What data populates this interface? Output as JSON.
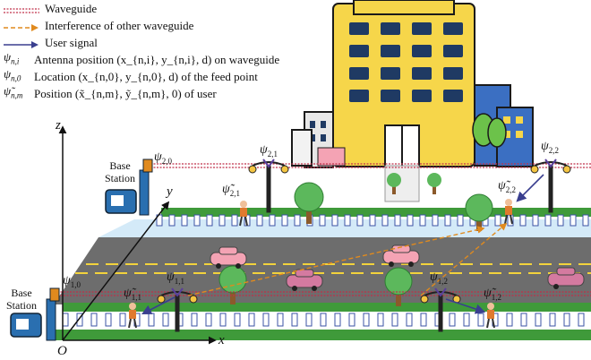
{
  "legend": {
    "waveguide": "Waveguide",
    "interference": "Interference of other waveguide",
    "user_signal": "User signal",
    "antenna_sym": "ψ",
    "antenna_sub": "n,i",
    "antenna_text": "Antenna position (x",
    "antenna_text_full": "Antenna position (x_{n,i}, y_{n,i}, d) on waveguide",
    "feed_sym": "ψ",
    "feed_sub": "n,0",
    "feed_text_full": "Location (x_{n,0}, y_{n,0}, d) of the feed point",
    "user_sym": "ψ̃",
    "user_sub": "n,m",
    "user_text_full": "Position (x̃_{n,m}, ỹ_{n,m}, 0) of user"
  },
  "labels": {
    "base_station_top": "Base Station",
    "base_station_bottom": "Base Station",
    "axis_x": "x",
    "axis_y": "y",
    "axis_z": "z",
    "origin": "O",
    "psi_20": "ψ",
    "psi_20_sub": "2,0",
    "psi_10": "ψ",
    "psi_10_sub": "1,0",
    "psi_21": "ψ",
    "psi_21_sub": "2,1",
    "psi_22": "ψ",
    "psi_22_sub": "2,2",
    "psi_11": "ψ",
    "psi_11_sub": "1,1",
    "psi_12": "ψ",
    "psi_12_sub": "1,2",
    "user_21": "ψ̃",
    "user_21_sub": "2,1",
    "user_22": "ψ̃",
    "user_22_sub": "2,2",
    "user_11": "ψ̃",
    "user_11_sub": "1,1",
    "user_12": "ψ̃",
    "user_12_sub": "1,2"
  },
  "colors": {
    "waveguide": "#c0304a",
    "interference": "#e08a1e",
    "user_signal": "#3a3f8f",
    "road": "#6d6d6d",
    "road_line": "#f2d23c",
    "grass": "#3f9a3a",
    "building": "#f6d64a",
    "window": "#1f3a63",
    "car": "#f4a3b4"
  }
}
